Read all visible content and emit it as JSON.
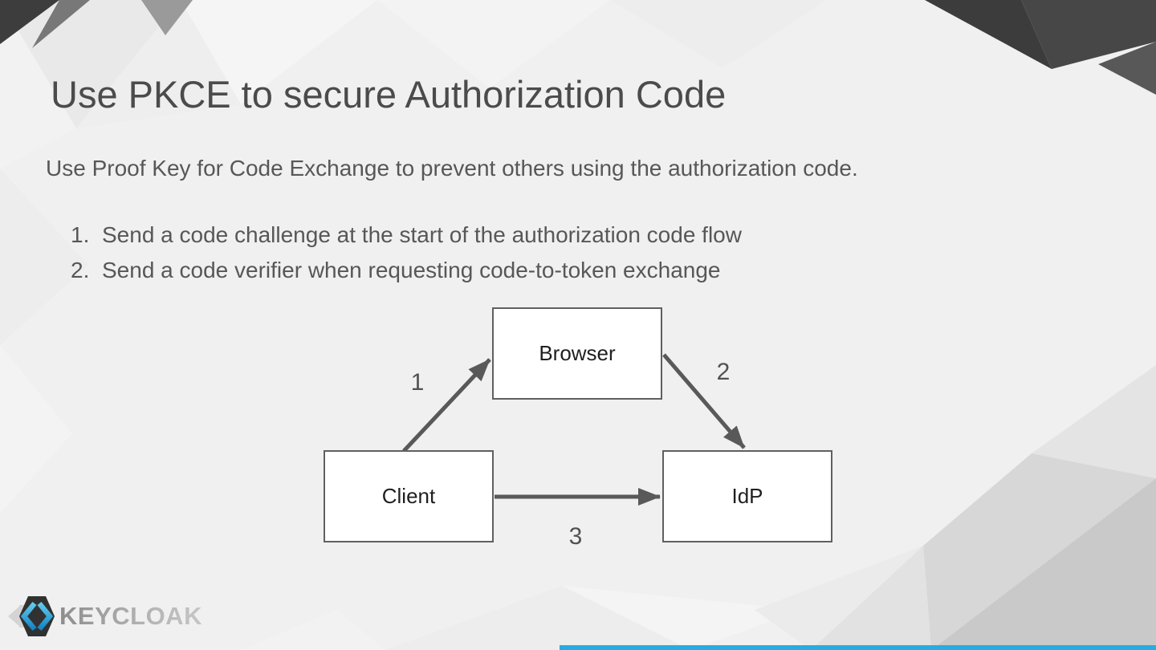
{
  "slide": {
    "title": "Use PKCE to secure Authorization Code",
    "intro": "Use Proof Key for Code Exchange to prevent others using the authorization code.",
    "steps": [
      {
        "marker": "1.",
        "text": "Send a code challenge at the start of the authorization code flow"
      },
      {
        "marker": "2.",
        "text": "Send a code verifier when requesting code-to-token exchange"
      }
    ]
  },
  "diagram": {
    "type": "flow",
    "nodes": [
      {
        "label": "Browser"
      },
      {
        "label": "Client"
      },
      {
        "label": "IdP"
      }
    ],
    "edges": [
      {
        "label": "1",
        "from": "Client",
        "to": "Browser"
      },
      {
        "label": "2",
        "from": "Browser",
        "to": "IdP"
      },
      {
        "label": "3",
        "from": "Client",
        "to": "IdP"
      }
    ]
  },
  "footer": {
    "brand": "KEYCLOAK"
  },
  "colors": {
    "background": "#f0f0f0",
    "title_text": "#4b4b4b",
    "body_text": "#575757",
    "box_fill": "#ffffff",
    "box_border": "#606060",
    "diagram_stroke": "#595959",
    "accent_blue": "#29abe2",
    "logo_hexagon": "#313131",
    "logo_chevron_blue": "#1e9cd6"
  }
}
